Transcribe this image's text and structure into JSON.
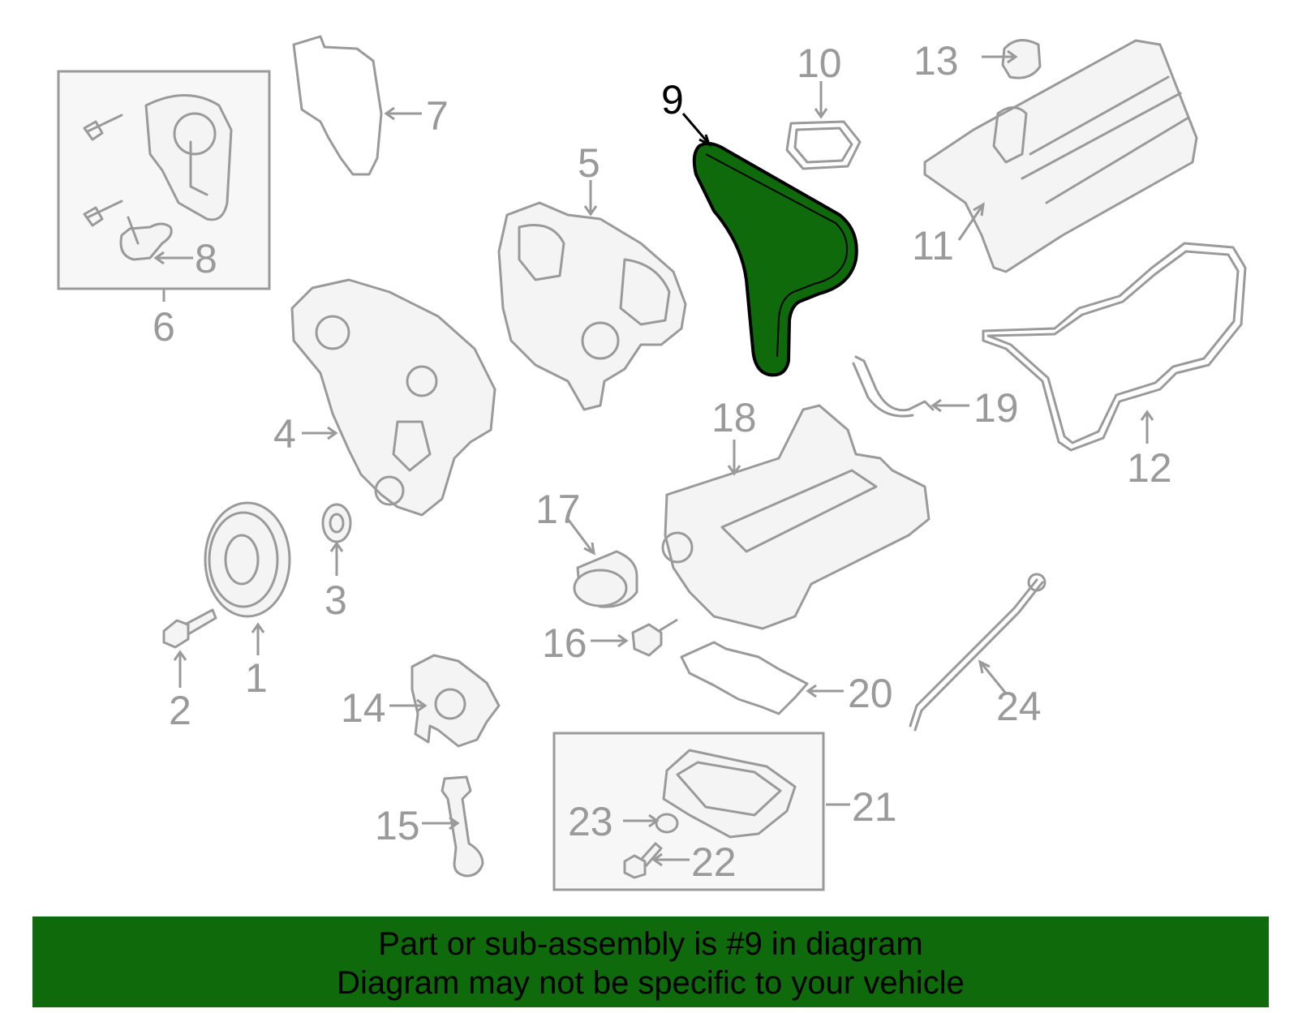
{
  "diagram": {
    "highlight_color": "#0f6a0b",
    "line_color": "#9a9a9a",
    "callouts": {
      "c1": "1",
      "c2": "2",
      "c3": "3",
      "c4": "4",
      "c5": "5",
      "c6": "6",
      "c7": "7",
      "c8": "8",
      "c9": "9",
      "c10": "10",
      "c11": "11",
      "c12": "12",
      "c13": "13",
      "c14": "14",
      "c15": "15",
      "c16": "16",
      "c17": "17",
      "c18": "18",
      "c19": "19",
      "c20": "20",
      "c21": "21",
      "c22": "22",
      "c23": "23",
      "c24": "24"
    },
    "highlighted_part": "9"
  },
  "banner": {
    "line1": "Part or sub-assembly is #9 in diagram",
    "line2": "Diagram may not be specific to your vehicle"
  }
}
